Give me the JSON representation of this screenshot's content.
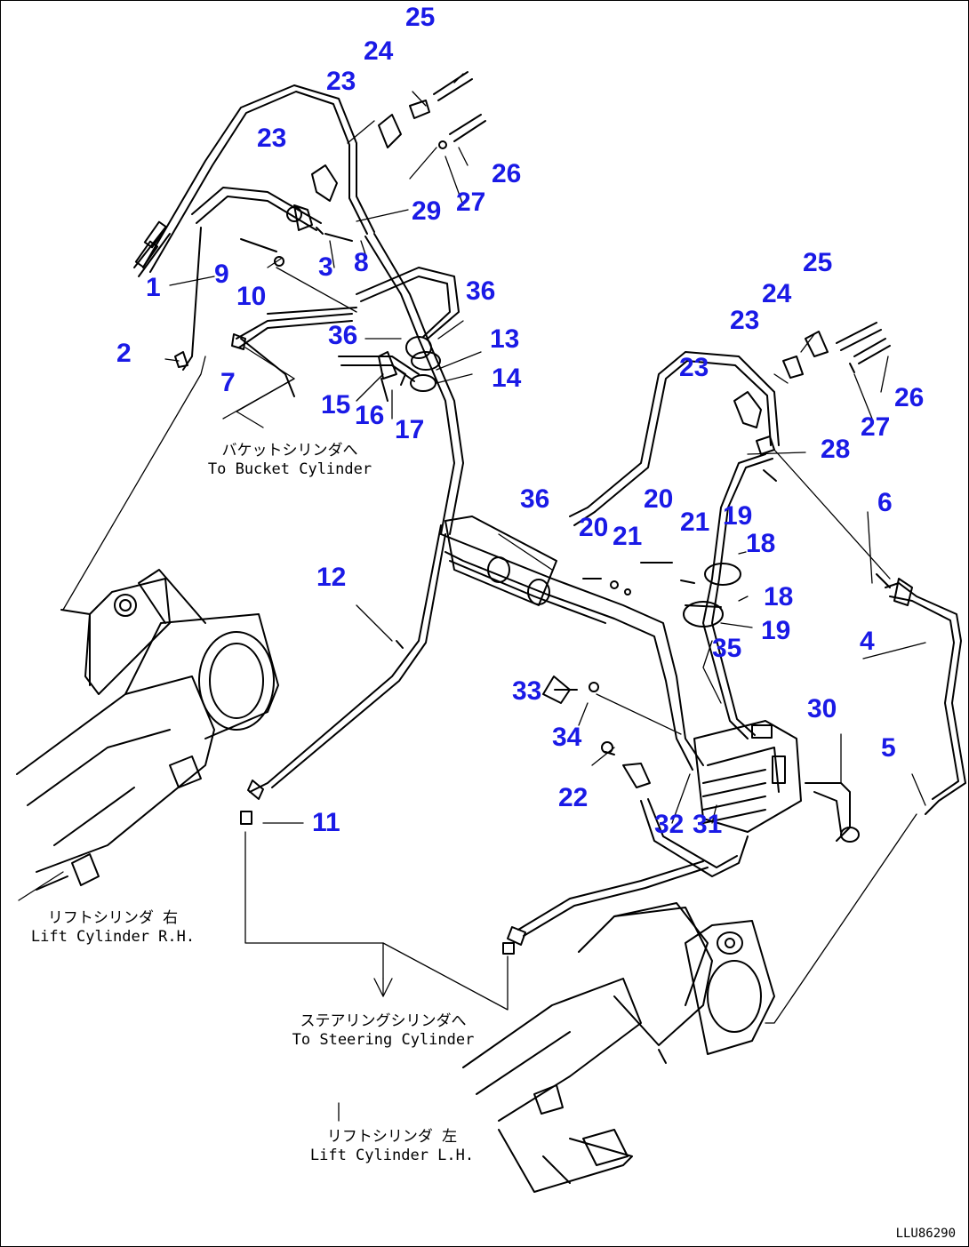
{
  "colors": {
    "callout": "#1a1ae6",
    "line": "#000000"
  },
  "callouts": {
    "c1": "1",
    "c2": "2",
    "c3": "3",
    "c4": "4",
    "c5": "5",
    "c6": "6",
    "c7": "7",
    "c8": "8",
    "c9": "9",
    "c10": "10",
    "c11": "11",
    "c12": "12",
    "c13": "13",
    "c14": "14",
    "c15": "15",
    "c16": "16",
    "c17": "17",
    "c18a": "18",
    "c18b": "18",
    "c19a": "19",
    "c19b": "19",
    "c20a": "20",
    "c20b": "20",
    "c21a": "21",
    "c21b": "21",
    "c22": "22",
    "c23a": "23",
    "c23b": "23",
    "c23c": "23",
    "c23d": "23",
    "c24a": "24",
    "c24b": "24",
    "c25a": "25",
    "c25b": "25",
    "c26a": "26",
    "c26b": "26",
    "c27a": "27",
    "c27b": "27",
    "c28": "28",
    "c29": "29",
    "c30": "30",
    "c31": "31",
    "c32": "32",
    "c33": "33",
    "c34": "34",
    "c35": "35",
    "c36a": "36",
    "c36b": "36",
    "c36c": "36"
  },
  "notes": {
    "bucket_jp": "バケットシリンダへ",
    "bucket_en": "To Bucket Cylinder",
    "lift_rh_jp": "リフトシリンダ 右",
    "lift_rh_en": "Lift Cylinder R.H.",
    "steering_jp": "ステアリングシリンダへ",
    "steering_en": "To Steering Cylinder",
    "lift_lh_jp": "リフトシリンダ 左",
    "lift_lh_en": "Lift Cylinder L.H."
  },
  "drawing_code": "LLU86290"
}
